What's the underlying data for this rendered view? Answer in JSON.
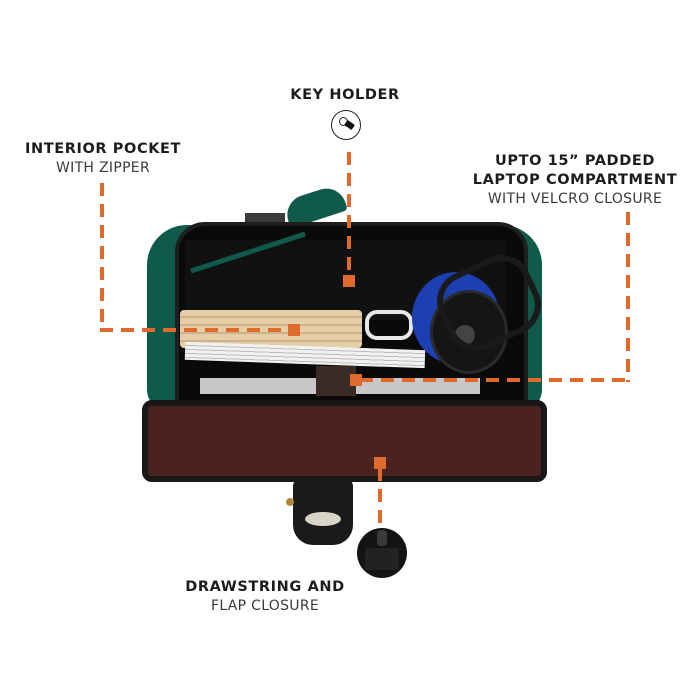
{
  "accent_color": "#e06a2c",
  "callouts": {
    "key_holder": {
      "title": "KEY HOLDER",
      "subtitle": "",
      "icon": "key-fob-icon"
    },
    "interior_pocket": {
      "title": "INTERIOR POCKET",
      "subtitle": "WITH ZIPPER"
    },
    "laptop_compartment": {
      "title_line1": "UPTO 15” PADDED",
      "title_line2": "LAPTOP COMPARTMENT",
      "subtitle": "WITH VELCRO CLOSURE"
    },
    "closure": {
      "title": "DRAWSTRING AND",
      "subtitle": "FLAP CLOSURE",
      "icon": "snap-button-detail-icon"
    }
  },
  "product": {
    "description": "open backpack top view with green canvas, black leather trim, brown leather flap",
    "colors": {
      "canvas": "#0f5a4a",
      "trim": "#1b1b1b",
      "flap": "#4a2320",
      "interior": "#0d0d0d"
    }
  }
}
